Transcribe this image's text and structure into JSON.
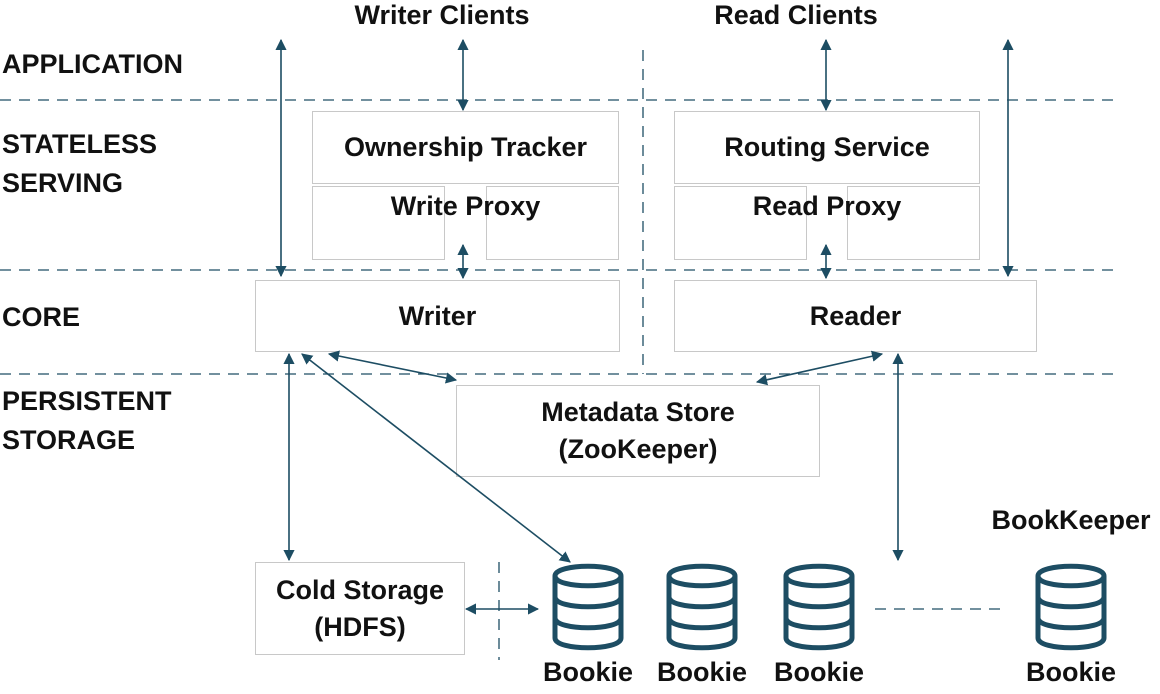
{
  "layers": {
    "application": "APPLICATION",
    "stateless_line1": "STATELESS",
    "stateless_line2": "SERVING",
    "core": "CORE",
    "persistent_line1": "PERSISTENT",
    "persistent_line2": "STORAGE"
  },
  "clients": {
    "writer": "Writer Clients",
    "reader": "Read Clients"
  },
  "serving": {
    "ownership_tracker": "Ownership Tracker",
    "write_proxy": "Write Proxy",
    "routing_service": "Routing Service",
    "read_proxy": "Read Proxy"
  },
  "core": {
    "writer": "Writer",
    "reader": "Reader"
  },
  "storage": {
    "metadata_line1": "Metadata Store",
    "metadata_line2": "(ZooKeeper)",
    "cold_line1": "Cold Storage",
    "cold_line2": "(HDFS)",
    "bookkeeper": "BookKeeper",
    "bookies": [
      "Bookie",
      "Bookie",
      "Bookie",
      "Bookie"
    ]
  },
  "colors": {
    "arrow": "#1d4d63",
    "bookie_icon": "#1d4d63",
    "dash": "#1d4d63",
    "box_border": "#c8c8c8"
  }
}
